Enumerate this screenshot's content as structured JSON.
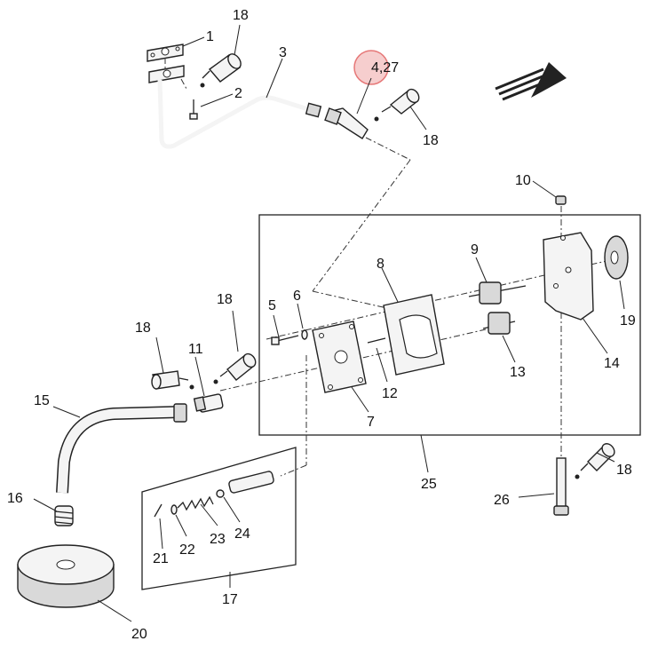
{
  "callouts": {
    "c1": "1",
    "c2": "2",
    "c3": "3",
    "c4_27": "4,27",
    "c5": "5",
    "c6": "6",
    "c7": "7",
    "c8": "8",
    "c9": "9",
    "c10": "10",
    "c11": "11",
    "c12": "12",
    "c13": "13",
    "c14": "14",
    "c15": "15",
    "c16": "16",
    "c17": "17",
    "c18a": "18",
    "c18b": "18",
    "c18c": "18",
    "c18d": "18",
    "c18e": "18",
    "c19": "19",
    "c20": "20",
    "c21": "21",
    "c22": "22",
    "c23": "23",
    "c24": "24",
    "c25": "25",
    "c26": "26"
  },
  "highlight_color": "#e46a6a",
  "icons": {
    "direction": "forward-arrow-icon"
  }
}
